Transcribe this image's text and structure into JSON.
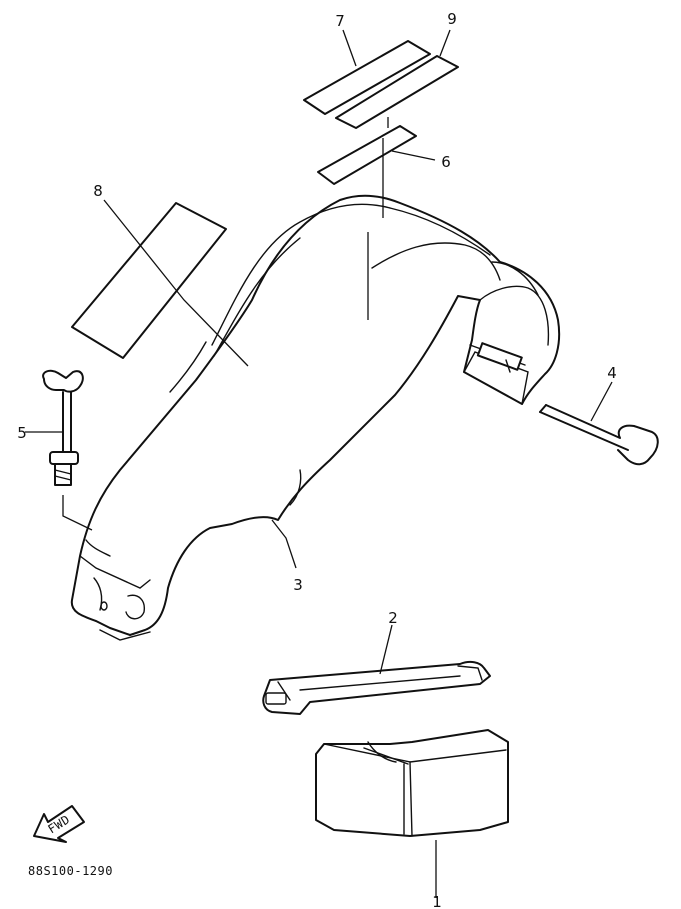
{
  "diagram": {
    "callouts": {
      "p1": "1",
      "p2": "2",
      "p3": "3",
      "p4": "4",
      "p5": "5",
      "p6": "6",
      "p7": "7",
      "p8": "8",
      "p9": "9"
    },
    "fwd_label": "FWD",
    "drawing_code": "88S100-1290"
  }
}
